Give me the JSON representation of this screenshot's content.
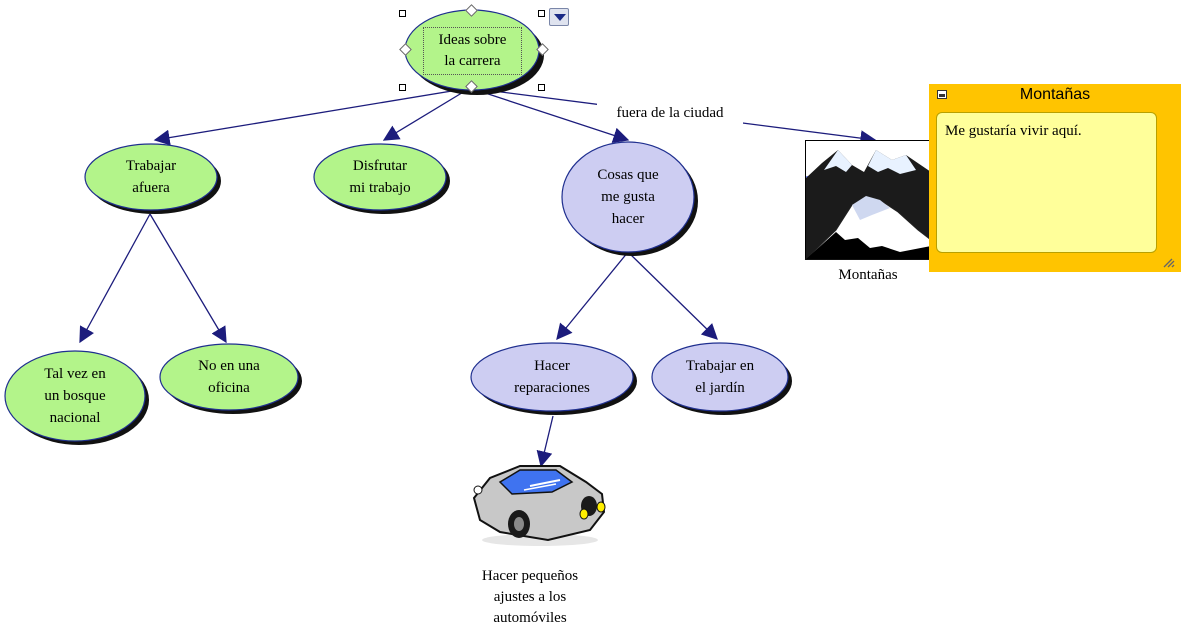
{
  "diagram": {
    "root": {
      "label": "Ideas sobre\nla carrera"
    },
    "nodes": [
      {
        "id": "trabajar-afuera",
        "label": "Trabajar\nafuera",
        "color": "green"
      },
      {
        "id": "disfrutar",
        "label": "Disfrutar\nmi trabajo",
        "color": "green"
      },
      {
        "id": "cosas",
        "label": "Cosas que\nme gusta\nhacer",
        "color": "lavender"
      },
      {
        "id": "bosque",
        "label": "Tal vez en\nun bosque\nnacional",
        "color": "green"
      },
      {
        "id": "oficina",
        "label": "No en una\noficina",
        "color": "green"
      },
      {
        "id": "reparaciones",
        "label": "Hacer\nreparaciones",
        "color": "lavender"
      },
      {
        "id": "jardin",
        "label": "Trabajar en\nel jardín",
        "color": "lavender"
      }
    ],
    "link_label": "fuera de la ciudad",
    "pictures": [
      {
        "id": "mountains",
        "icon": "mountains-icon",
        "caption": "Montañas"
      },
      {
        "id": "car",
        "icon": "car-icon",
        "caption": "Hacer pequeños\najustes a los\nautomóviles"
      }
    ],
    "note": {
      "title": "Montañas",
      "text": "Me gustaría vivir aquí."
    }
  },
  "colors": {
    "green_fill": "#b3f48a",
    "lavender_fill": "#cdcdf2",
    "node_stroke": "#1f2f8f",
    "shadow": "#111111",
    "link": "#1c1c7c",
    "note_frame": "#ffc400",
    "note_body": "#ffff9a"
  }
}
